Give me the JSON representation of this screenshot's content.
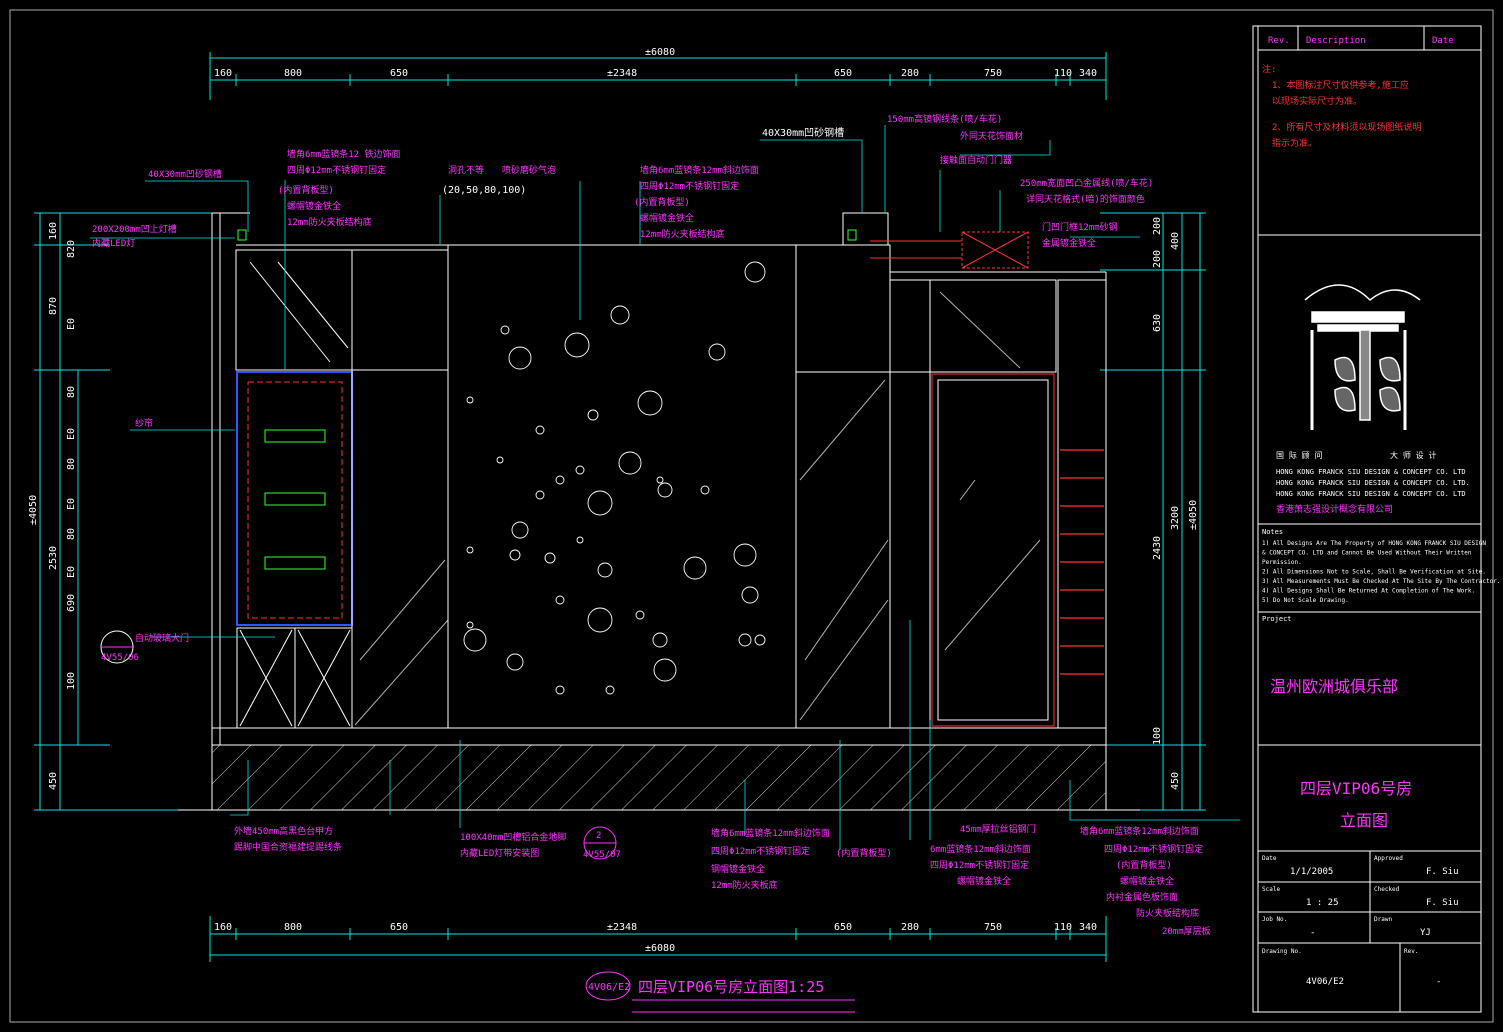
{
  "colors": {
    "background": "#000000",
    "dimension": "#00e5e5",
    "text": "#ffffff",
    "annotation": "#ff33ff",
    "glass": "#33ff33",
    "door": "#ff3333"
  },
  "drawing": {
    "overall_top": "±6080",
    "overall_bottom": "±6080",
    "top_dims": [
      "160",
      "800",
      "650",
      "±2348",
      "650",
      "280",
      "750",
      "110",
      "340"
    ],
    "bottom_dims": [
      "160",
      "800",
      "650",
      "±2348",
      "650",
      "280",
      "750",
      "110",
      "340"
    ],
    "left_dims": [
      "160",
      "870",
      "2530",
      "450"
    ],
    "left_total": "±4050",
    "left_inner": [
      "820",
      "E0",
      "80",
      "E0",
      "80",
      "E0",
      "80",
      "E0",
      "690",
      "100"
    ],
    "right_dims": [
      "200",
      "400",
      "200",
      "630",
      "3200",
      "2430",
      "100",
      "450"
    ],
    "right_total": "±4050",
    "title": "四层VIP06号房立面图1:25",
    "title_tag": "4V06/E2",
    "callout_a": "4V55/06",
    "callout_b_top": "2",
    "callout_b_bottom": "4V55/07"
  },
  "notes_top": [
    {
      "id": "n1",
      "text": "40X30mm凹砂钢槽"
    },
    {
      "id": "n2",
      "text": "200X200mm凹上灯槽"
    },
    {
      "id": "n3",
      "text": "内藏LED灯"
    },
    {
      "id": "n4",
      "text": "墙角6mm蓝镜条12 铁边饰面"
    },
    {
      "id": "n5",
      "text": "四周Φ12mm不锈钢钉固定"
    },
    {
      "id": "n6",
      "text": "(内置背板型)"
    },
    {
      "id": "n7",
      "text": "螺帽镀金铁全"
    },
    {
      "id": "n8",
      "text": "12mm防火夹板结构底"
    },
    {
      "id": "n9",
      "text": "洞孔不等"
    },
    {
      "id": "n10",
      "text": "(20,50,80,100)"
    },
    {
      "id": "n11",
      "text": "喷砂磨砂气泡"
    },
    {
      "id": "n12",
      "text": "墙角6mm蓝镜条12mm斜边饰面"
    },
    {
      "id": "n13",
      "text": "四周Φ12mm不锈钢钉固定"
    },
    {
      "id": "n14",
      "text": "(内置背板型)"
    },
    {
      "id": "n15",
      "text": "螺帽镀金铁全"
    },
    {
      "id": "n16",
      "text": "12mm防火夹板结构底"
    },
    {
      "id": "n17",
      "text": "40X30mm凹砂钢槽"
    },
    {
      "id": "n18",
      "text": "150mm高镜钢线条(喷/车花)"
    },
    {
      "id": "n19",
      "text": "外同天花饰面材"
    },
    {
      "id": "n20",
      "text": "接触面自动门门器"
    },
    {
      "id": "n21",
      "text": "250mm宽面凹凸金属线(喷/车花)"
    },
    {
      "id": "n22",
      "text": "详同天花格式(暗)的饰面颜色"
    },
    {
      "id": "n23",
      "text": "门凹门框12mm砂钢"
    },
    {
      "id": "n24",
      "text": "金属镀金铁全"
    },
    {
      "id": "n25",
      "text": "纱帘"
    },
    {
      "id": "n26",
      "text": "自动玻璃大门"
    }
  ],
  "notes_bottom": [
    {
      "id": "b1",
      "text": "外墙450mm高黑色台甲方"
    },
    {
      "id": "b2",
      "text": "踢脚中国合资福建提踢线条"
    },
    {
      "id": "b3",
      "text": "100X40mm凹槽铝合金地脚"
    },
    {
      "id": "b4",
      "text": "内藏LED灯带安装图"
    },
    {
      "id": "b5",
      "text": "墙角6mm蓝镜条12mm斜边饰面"
    },
    {
      "id": "b6",
      "text": "四周Φ12mm不锈钢钉固定"
    },
    {
      "id": "b7",
      "text": "钢帽镀金铁全"
    },
    {
      "id": "b8",
      "text": "12mm防火夹板底"
    },
    {
      "id": "b9",
      "text": "(内置背板型)"
    },
    {
      "id": "b10",
      "text": "45mm厚拉丝铝钢门"
    },
    {
      "id": "b11",
      "text": "6mm蓝镜条12mm斜边饰面"
    },
    {
      "id": "b12",
      "text": "四周Φ12mm不锈钢钉固定"
    },
    {
      "id": "b13",
      "text": "螺帽镀金铁全"
    },
    {
      "id": "b14",
      "text": "墙角6mm蓝镜条12mm斜边饰面"
    },
    {
      "id": "b15",
      "text": "四周Φ12mm不锈钢钉固定"
    },
    {
      "id": "b16",
      "text": "(内置背板型)"
    },
    {
      "id": "b17",
      "text": "螺帽镀金铁全"
    },
    {
      "id": "b18",
      "text": "内衬金属色板饰面"
    },
    {
      "id": "b19",
      "text": "防火夹板结构底"
    },
    {
      "id": "b20",
      "text": "20mm厚层板"
    }
  ],
  "title_block": {
    "rev_header": "Rev.",
    "desc_header": "Description",
    "date_header": "Date",
    "remarks_label": "注:",
    "remarks": [
      "1、本图标注尺寸仅供参考,施工应",
      "以现场实际尺寸为准。",
      "2、所有尺寸及材料须以现场图纸说明",
      "指示为准。"
    ],
    "company_cn_1": "国 际 顾 问",
    "company_cn_2": "大 师 设 计",
    "company_en_1": "HONG KONG FRANCK SIU DESIGN & CONCEPT CO. LTD",
    "company_en_2": "HONG KONG FRANCK SIU DESIGN & CONCEPT CO. LTD.",
    "company_en_3": "HONG KONG FRANCK SIU DESIGN & CONCEPT CO. LTD",
    "company_cn_full": "香港萧志强设计概念有限公司",
    "notes_label": "Notes",
    "notes": [
      "1)  All Designs Are The Property of        HONG KONG FRANCK SIU DESIGN",
      "     & CONCEPT CO. LTD      and Cannot Be Used Without Their Written",
      "     Permission.",
      "2)  All Dimensions Not to Scale, Shall Be Verification at Site.",
      "3)  All Measurements Must Be Checked At The Site By The Contractor.",
      "4)  All Designs Shall Be Returned At Completion of The Work.",
      "5)  Do Not Scale Drawing."
    ],
    "project_label": "Project",
    "project_name": "温州欧洲城俱乐部",
    "drawing_title_1": "四层VIP06号房",
    "drawing_title_2": "立面图",
    "date_label": "Date",
    "date_value": "1/1/2005",
    "approved_label": "Approved",
    "approved_value": "F. Siu",
    "scale_label": "Scale",
    "scale_value": "1 : 25",
    "checked_label": "Checked",
    "checked_value": "F. Siu",
    "jobno_label": "Job No.",
    "jobno_value": "-",
    "drawn_label": "Drawn",
    "drawn_value": "YJ",
    "drawingno_label": "Drawing No.",
    "drawingno_value": "4V06/E2",
    "rev_label": "Rev.",
    "rev_value": "-"
  }
}
